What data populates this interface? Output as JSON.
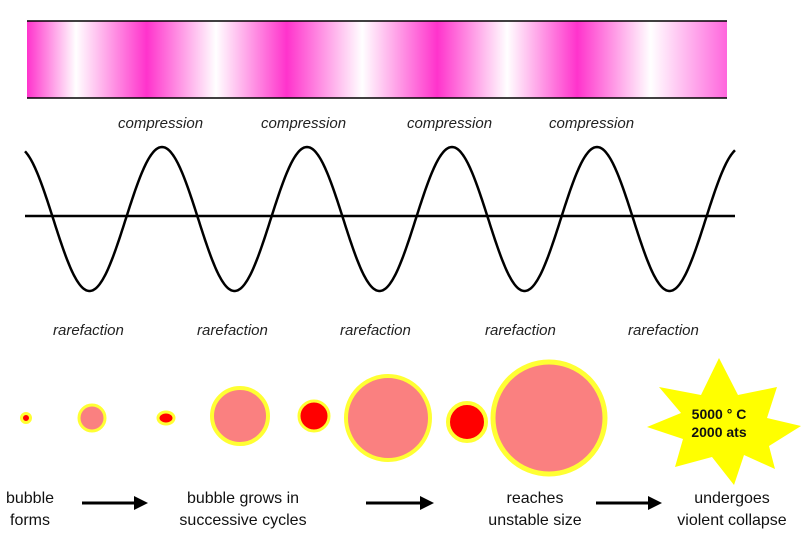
{
  "labels": {
    "compression": [
      "compression",
      "compression",
      "compression",
      "compression"
    ],
    "rarefaction": [
      "rarefaction",
      "rarefaction",
      "rarefaction",
      "rarefaction",
      "rarefaction"
    ]
  },
  "stages": [
    {
      "line1": "bubble",
      "line2": "forms"
    },
    {
      "line1": "bubble grows in",
      "line2": "successive cycles"
    },
    {
      "line1": "reaches",
      "line2": "unstable size"
    },
    {
      "line1": "undergoes",
      "line2": "violent collapse"
    }
  ],
  "collapse": {
    "temperature": "5000 ° C",
    "pressure": "2000 ats"
  },
  "colors": {
    "magenta": "#ff00cc",
    "bubble_fill": "#fa8080",
    "bubble_red": "#ff0000",
    "bubble_ring": "#ffff33",
    "star": "#ffff00"
  }
}
